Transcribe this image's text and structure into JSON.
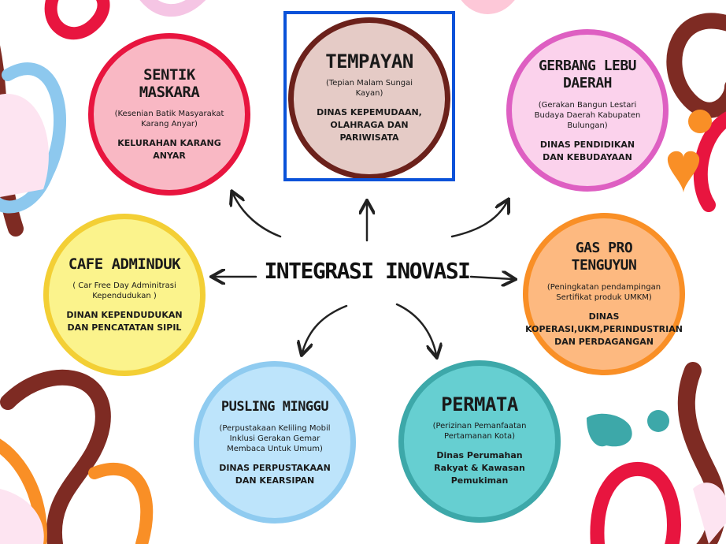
{
  "center": {
    "title": "INTEGRASI INOVASI"
  },
  "nodes": [
    {
      "id": "sentik",
      "title": "SENTIK MASKARA",
      "sub": "(Kesenian Batik Masyarakat Karang Anyar)",
      "org": "KELURAHAN KARANG ANYAR"
    },
    {
      "id": "tempayan",
      "title": "TEMPAYAN",
      "sub": "(Tepian Malam Sungai Kayan)",
      "org": "DINAS KEPEMUDAAN, OLAHRAGA DAN PARIWISATA"
    },
    {
      "id": "gerbang",
      "title": "GERBANG LEBU DAERAH",
      "sub": "(Gerakan Bangun Lestari Budaya Daerah Kabupaten Bulungan)",
      "org": "DINAS PENDIDIKAN DAN KEBUDAYAAN"
    },
    {
      "id": "cafe",
      "title": "CAFE ADMINDUK",
      "sub": "( Car Free Day Adminitrasi Kependudukan )",
      "org": "DINAN KEPENDUDUKAN DAN PENCATATAN SIPIL"
    },
    {
      "id": "gaspro",
      "title": "GAS PRO TENGUYUN",
      "sub": "(Peningkatan pendampingan Sertifikat produk UMKM)",
      "org": "DINAS KOPERASI,UKM,PERINDUSTRIAN DAN PERDAGANGAN"
    },
    {
      "id": "pusling",
      "title": "PUSLING MINGGU",
      "sub": "(Perpustakaan Keliling Mobil Inklusi Gerakan Gemar Membaca Untuk Umum)",
      "org": "DINAS PERPUSTAKAAN DAN KEARSIPAN"
    },
    {
      "id": "permata",
      "title": "PERMATA",
      "sub": "(Perizinan Pemanfaatan Pertamanan Kota)",
      "org": "Dinas Perumahan Rakyat & Kawasan Pemukiman"
    }
  ],
  "colors": {
    "selection": "#0a52d9",
    "arrow": "#222222"
  }
}
